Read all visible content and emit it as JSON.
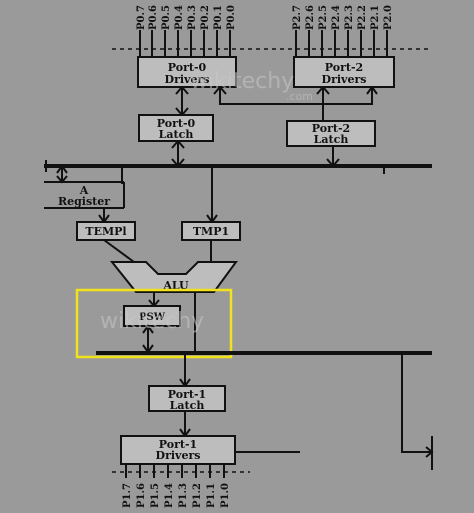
{
  "blocks": {
    "port0_drivers": [
      "Port-0",
      "Drivers"
    ],
    "port2_drivers": [
      "Port-2",
      "Drivers"
    ],
    "port0_latch": [
      "Port-0",
      "Latch"
    ],
    "port2_latch": [
      "Port-2",
      "Latch"
    ],
    "a_register": [
      "A",
      "Register"
    ],
    "temp1": "TEMPl",
    "tmp1": "TMP1",
    "alu": "ALU",
    "psw": "PSW",
    "port1_latch": [
      "Port-1",
      "Latch"
    ],
    "port1_drivers": [
      "Port-1",
      "Drivers"
    ]
  },
  "pins": {
    "port0": [
      "P0.7",
      "P0.6",
      "P0.5",
      "P0.4",
      "P0.3",
      "P0.2",
      "P0.1",
      "P0.0"
    ],
    "port2": [
      "P2.7",
      "P2.6",
      "P2.5",
      "P2.4",
      "P2.3",
      "P2.2",
      "P2.1",
      "P2.0"
    ],
    "port1": [
      "P1.7",
      "P1.6",
      "P1.5",
      "P1.4",
      "P1.3",
      "P1.2",
      "P1.1",
      "P1.0"
    ]
  },
  "watermark": {
    "brand": "wikitechy",
    "domain": ".com"
  },
  "colors": {
    "background": "#9a9a9a",
    "block_fill": "#bdbdbd",
    "ink": "#111111",
    "highlight": "#f2e21b"
  }
}
